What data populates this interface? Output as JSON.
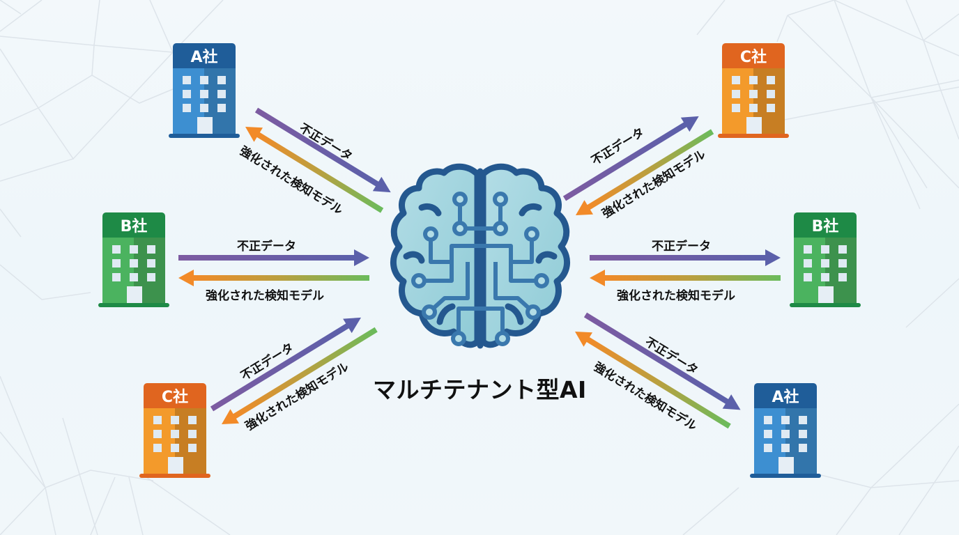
{
  "title": "マルチテナント型AI",
  "center": {
    "icon": "brain-circuit-icon",
    "label": "マルチテナント型AI"
  },
  "colors": {
    "background": "#f1f7fa",
    "company_a_roof": "#1f5d99",
    "company_a_body": "#3d8fd1",
    "company_b_roof": "#1e8a46",
    "company_b_body": "#4bb35f",
    "company_c_roof": "#e0651f",
    "company_c_body": "#f39a2b",
    "arrow_data_start": "#7a5ca3",
    "arrow_data_end": "#5a5fa8",
    "arrow_model_start": "#f08a2a",
    "arrow_model_end": "#6fbb5a",
    "brain_outline": "#24588f",
    "brain_fill": "#9fd3dc"
  },
  "companies": [
    {
      "position": "top-left",
      "label": "A社",
      "color": "blue"
    },
    {
      "position": "middle-left",
      "label": "B社",
      "color": "green"
    },
    {
      "position": "bottom-left",
      "label": "C社",
      "color": "orange"
    },
    {
      "position": "top-right",
      "label": "C社",
      "color": "orange"
    },
    {
      "position": "middle-right",
      "label": "B社",
      "color": "green"
    },
    {
      "position": "bottom-right",
      "label": "A社",
      "color": "blue"
    }
  ],
  "flows": [
    {
      "position": "top-left",
      "data_label": "不正データ",
      "model_label": "強化された検知モデル"
    },
    {
      "position": "middle-left",
      "data_label": "不正データ",
      "model_label": "強化された検知モデル"
    },
    {
      "position": "bottom-left",
      "data_label": "不正データ",
      "model_label": "強化された検知モデル"
    },
    {
      "position": "top-right",
      "data_label": "不正データ",
      "model_label": "強化された検知モデル"
    },
    {
      "position": "middle-right",
      "data_label": "不正データ",
      "model_label": "強化された検知モデル"
    },
    {
      "position": "bottom-right",
      "data_label": "不正データ",
      "model_label": "強化された検知モデル"
    }
  ]
}
